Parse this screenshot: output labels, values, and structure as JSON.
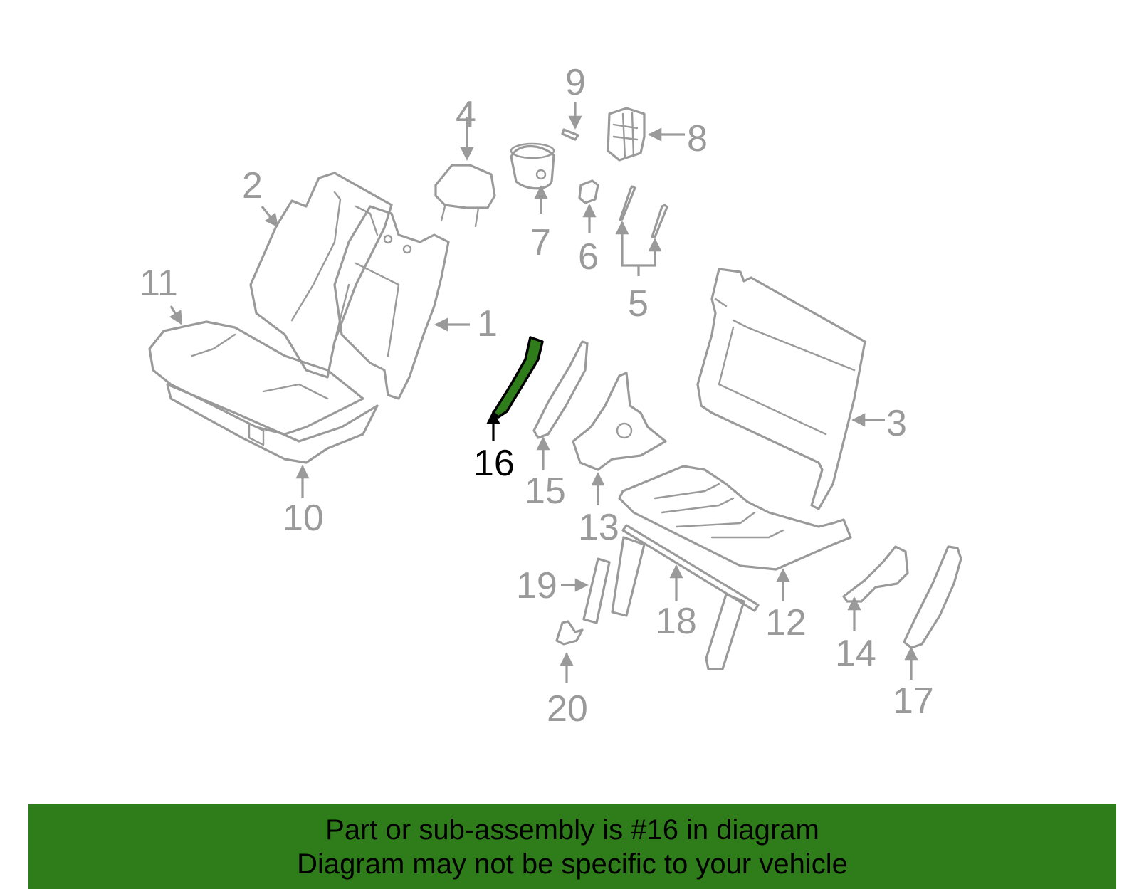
{
  "diagram": {
    "callouts": {
      "c1": "1",
      "c2": "2",
      "c3": "3",
      "c4": "4",
      "c5": "5",
      "c6": "6",
      "c7": "7",
      "c8": "8",
      "c9": "9",
      "c10": "10",
      "c11": "11",
      "c12": "12",
      "c13": "13",
      "c14": "14",
      "c15": "15",
      "c16": "16",
      "c17": "17",
      "c18": "18",
      "c19": "19",
      "c20": "20"
    },
    "highlighted_part": "16",
    "colors": {
      "highlight": "#2e7d1a",
      "line": "#9a9a9a",
      "banner": "#2e7d1a"
    }
  },
  "banner": {
    "line1": "Part or sub-assembly is #16 in diagram",
    "line2": "Diagram may not be specific to your vehicle"
  }
}
